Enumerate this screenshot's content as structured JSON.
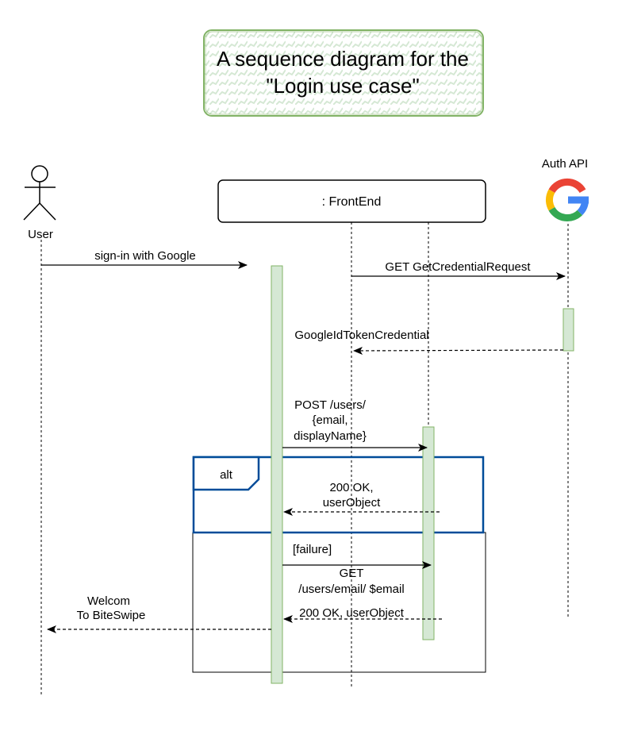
{
  "title": {
    "line1": "A sequence diagram for the",
    "line2": "\"Login use case\""
  },
  "participants": {
    "user": "User",
    "frontend": ": FrontEnd",
    "auth_api": "Auth API"
  },
  "messages": {
    "sign_in": "sign-in with Google",
    "get_credential": "GET GetCredentialRequest",
    "id_token": "GoogleIdTokenCredential",
    "post_users_line1": "POST /users/",
    "post_users_line2": "{email,",
    "post_users_line3": "displayName}",
    "ok_line1": "200 OK,",
    "ok_line2": "userObject",
    "get_email_line1": "GET",
    "get_email_line2": "/users/email/ $email",
    "ok_user_object": "200 OK, userObject",
    "welcome_line1": "Welcom",
    "welcome_line2": "To BiteSwipe"
  },
  "fragments": {
    "alt": "alt",
    "failure_guard": "[failure]"
  },
  "colors": {
    "title_border": "#82b366",
    "title_hatch": "#d5e8d4",
    "activation_fill": "#d5e8d4",
    "activation_border": "#82b366",
    "alt_border": "#004c99",
    "google_blue": "#4285F4",
    "google_red": "#EA4335",
    "google_yellow": "#FBBC05",
    "google_green": "#34A853"
  }
}
